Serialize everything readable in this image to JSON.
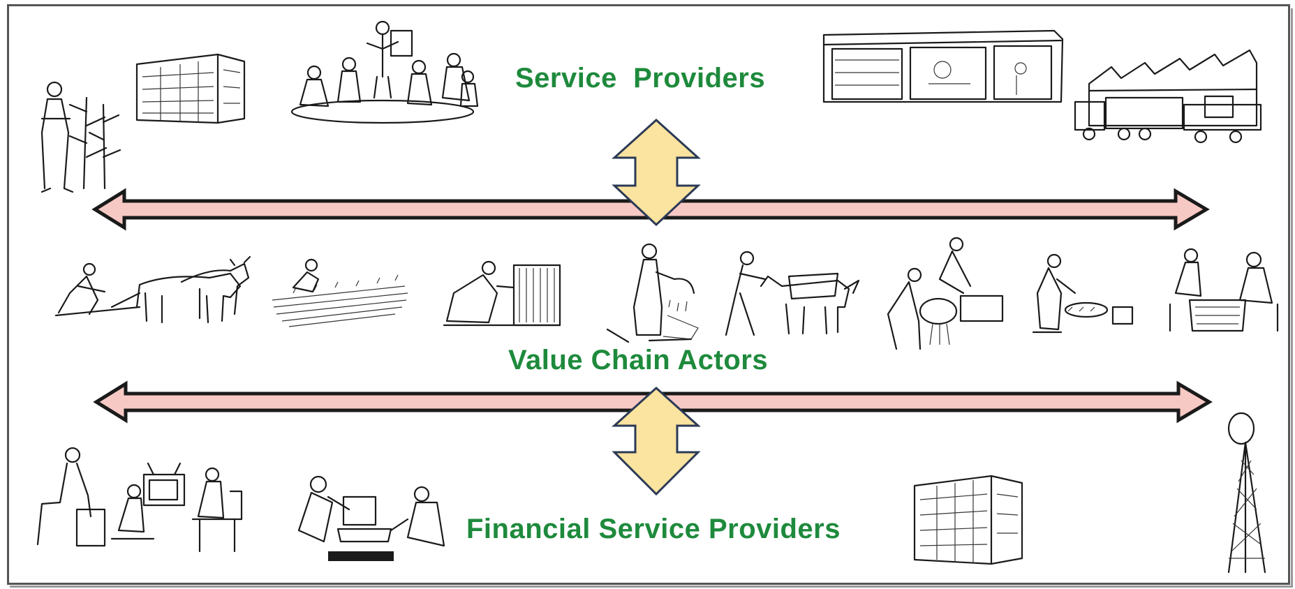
{
  "labels": {
    "service_providers": "Service  Providers",
    "value_chain_actors": "Value Chain Actors",
    "financial_service_providers": "Financial Service Providers"
  },
  "colors": {
    "label_green": "#1e8a3c",
    "horizontal_arrow_fill": "#f7c9c4",
    "vertical_arrow_fill": "#fbe3a0",
    "outline": "#1a1a1a"
  },
  "icons": [
    "farmer-crop-icon",
    "office-building-icon",
    "group-meeting-icon",
    "shop-stalls-icon",
    "warehouse-truck-icon",
    "ox-ploughing-icon",
    "planting-field-icon",
    "harvesting-icon",
    "winnowing-icon",
    "donkey-transport-icon",
    "milling-icon",
    "processing-icon",
    "market-trading-icon",
    "radio-tv-listeners-icon",
    "computer-service-icon",
    "bank-building-icon",
    "telecom-tower-icon"
  ]
}
